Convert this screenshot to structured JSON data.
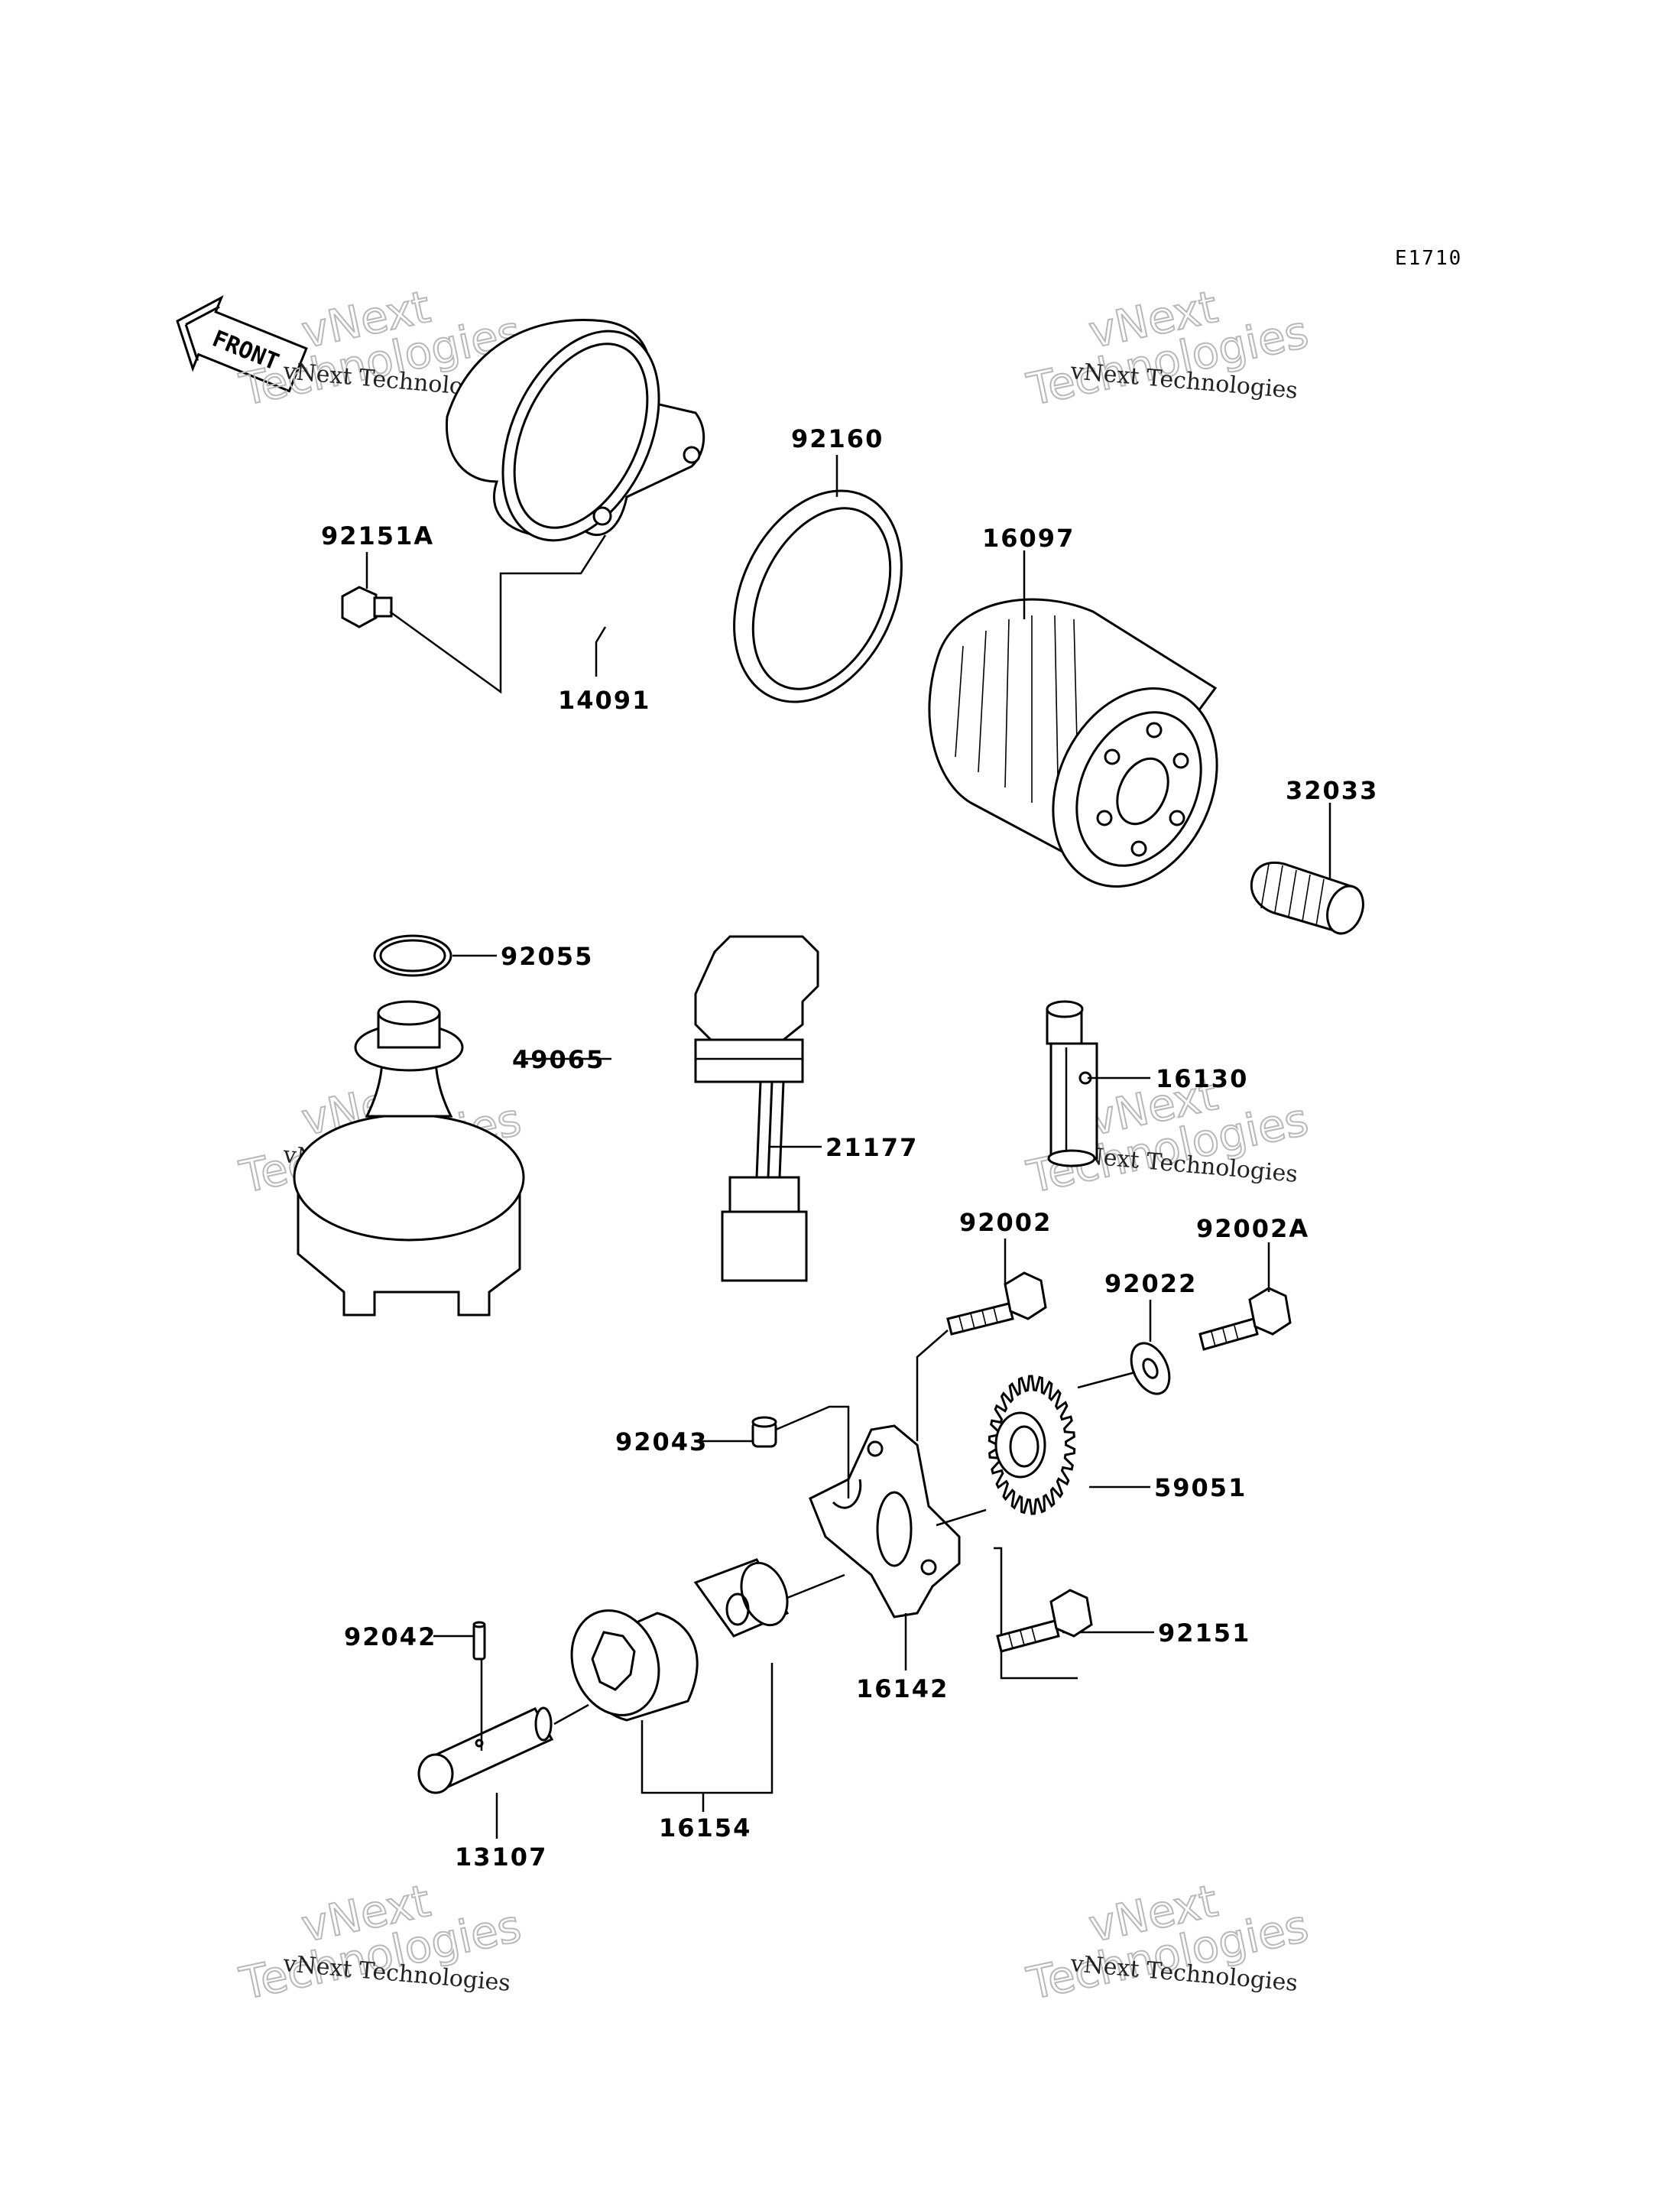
{
  "diagram_code": "E1710",
  "front_label": "FRONT",
  "watermark": {
    "small": "vNext Technologies",
    "big_line1": "vNext",
    "big_line2": "Technologies"
  },
  "parts": [
    "92151A",
    "14091",
    "92160",
    "16097",
    "32033",
    "92055",
    "49065",
    "21177",
    "16130",
    "92002",
    "92002A",
    "92022",
    "92043",
    "59051",
    "92151",
    "16142",
    "92042",
    "16154",
    "13107"
  ],
  "colors": {
    "ink": "#000000",
    "paper": "#ffffff",
    "watermark": "#b8b8b8"
  }
}
